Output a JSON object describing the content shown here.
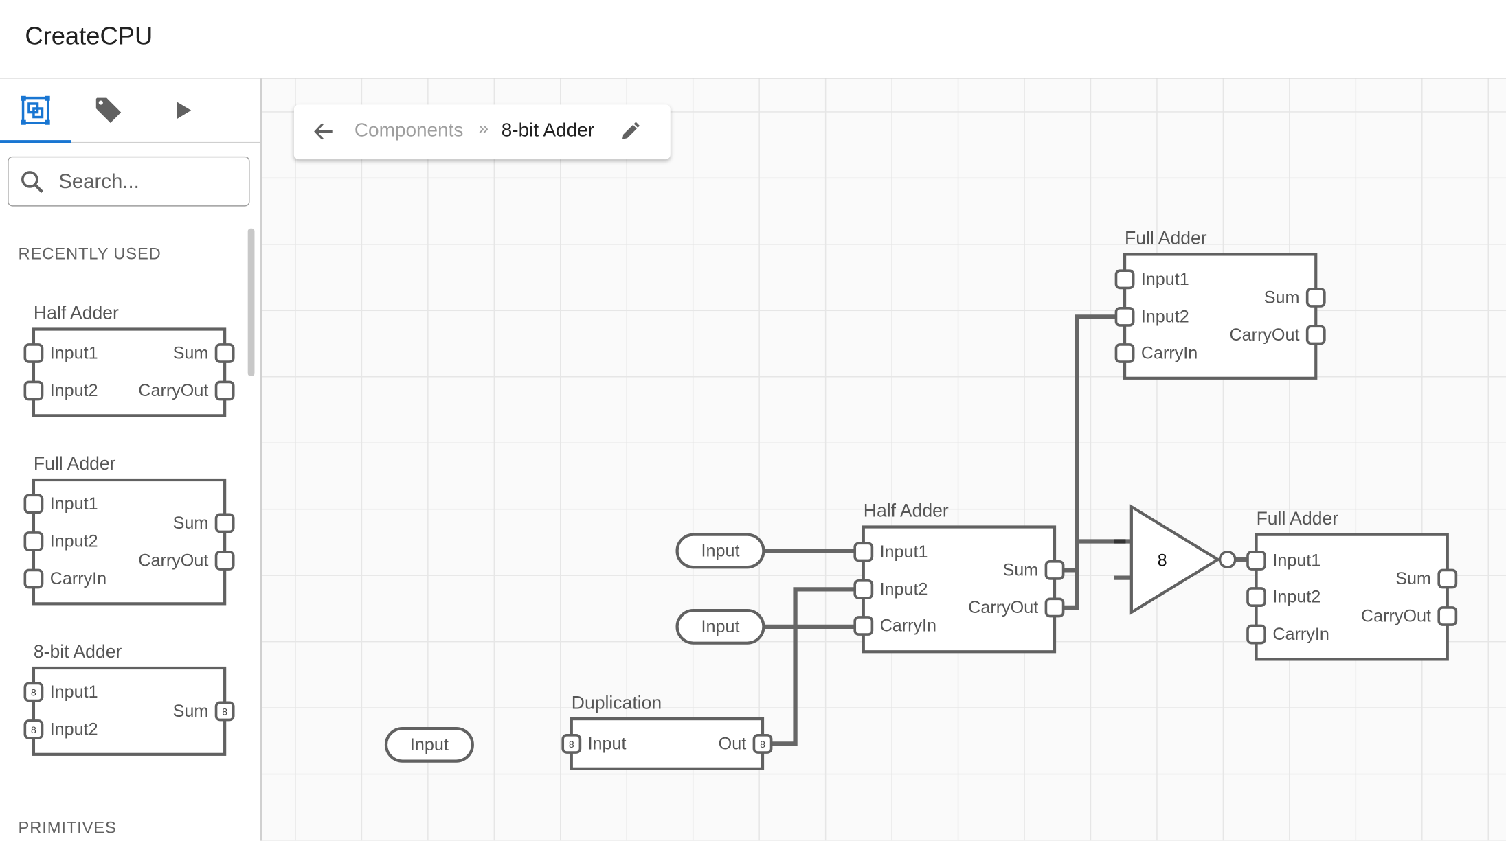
{
  "app": {
    "title": "CreateCPU"
  },
  "sidebar": {
    "tabs": [
      {
        "icon": "components-icon",
        "active": true
      },
      {
        "icon": "tag-icon",
        "active": false
      },
      {
        "icon": "play-icon",
        "active": false
      }
    ],
    "accent_color": "#1976d2",
    "search": {
      "placeholder": "Search...",
      "value": ""
    },
    "recently_used_label": "RECENTLY USED",
    "primitives_label": "PRIMITIVES",
    "components": [
      {
        "title": "Half Adder",
        "inputs": [
          "Input1",
          "Input2"
        ],
        "outputs": [
          "Sum",
          "CarryOut"
        ]
      },
      {
        "title": "Full Adder",
        "inputs": [
          "Input1",
          "Input2",
          "CarryIn"
        ],
        "outputs": [
          "Sum",
          "CarryOut"
        ]
      },
      {
        "title": "8-bit Adder",
        "inputs": [
          "Input1",
          "Input2"
        ],
        "outputs": [
          "Sum"
        ],
        "bus_width": "8"
      }
    ]
  },
  "breadcrumb": {
    "parent": "Components",
    "separator": "»",
    "current": "8-bit Adder"
  },
  "canvas": {
    "components": [
      {
        "title": "Full Adder",
        "inputs": [
          "Input1",
          "Input2",
          "CarryIn"
        ],
        "outputs": [
          "Sum",
          "CarryOut"
        ]
      },
      {
        "title": "Half Adder",
        "inputs": [
          "Input1",
          "Input2",
          "CarryIn"
        ],
        "outputs": [
          "Sum",
          "CarryOut"
        ]
      },
      {
        "title": "Full Adder",
        "inputs": [
          "Input1",
          "Input2",
          "CarryIn"
        ],
        "outputs": [
          "Sum",
          "CarryOut"
        ]
      },
      {
        "title": "Duplication",
        "inputs": [
          "Input"
        ],
        "outputs": [
          "Out"
        ],
        "bus_width": "8"
      }
    ],
    "input_nodes": [
      "Input",
      "Input",
      "Input"
    ],
    "buffer": {
      "label": "8",
      "inverted_output": true
    }
  }
}
